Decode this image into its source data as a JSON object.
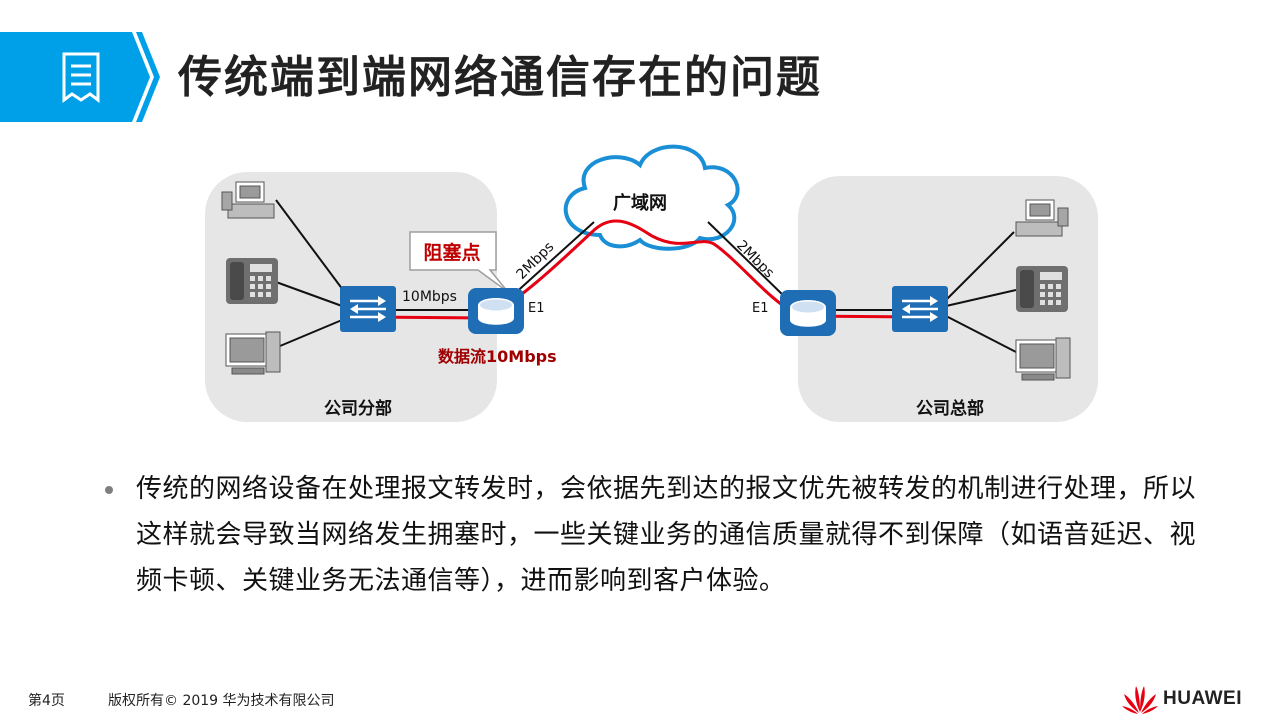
{
  "title": "传统端到端网络通信存在的问题",
  "diagram": {
    "cloud_label": "广域网",
    "branch_label": "公司分部",
    "hq_label": "公司总部",
    "link_lan_speed": "10Mbps",
    "link_wan_left_speed": "2Mbps",
    "link_wan_right_speed": "2Mbps",
    "e1_left": "E1",
    "e1_right": "E1",
    "bottleneck_label": "阻塞点",
    "flow_prefix": "数据流",
    "flow_speed": "10Mbps",
    "colors": {
      "flow": "#e60012",
      "device": "#1f6db5",
      "cloud": "#1a8fd6",
      "zone": "#e6e6e6",
      "bottleneck_text": "#c00000"
    }
  },
  "bullet": "传统的网络设备在处理报文转发时，会依据先到达的报文优先被转发的机制进行处理，所以这样就会导致当网络发生拥塞时，一些关键业务的通信质量就得不到保障（如语音延迟、视频卡顿、关键业务无法通信等），进而影响到客户体验。",
  "footer": {
    "page": "第4页",
    "copyright": "版权所有© 2019 华为技术有限公司",
    "brand": "HUAWEI"
  }
}
